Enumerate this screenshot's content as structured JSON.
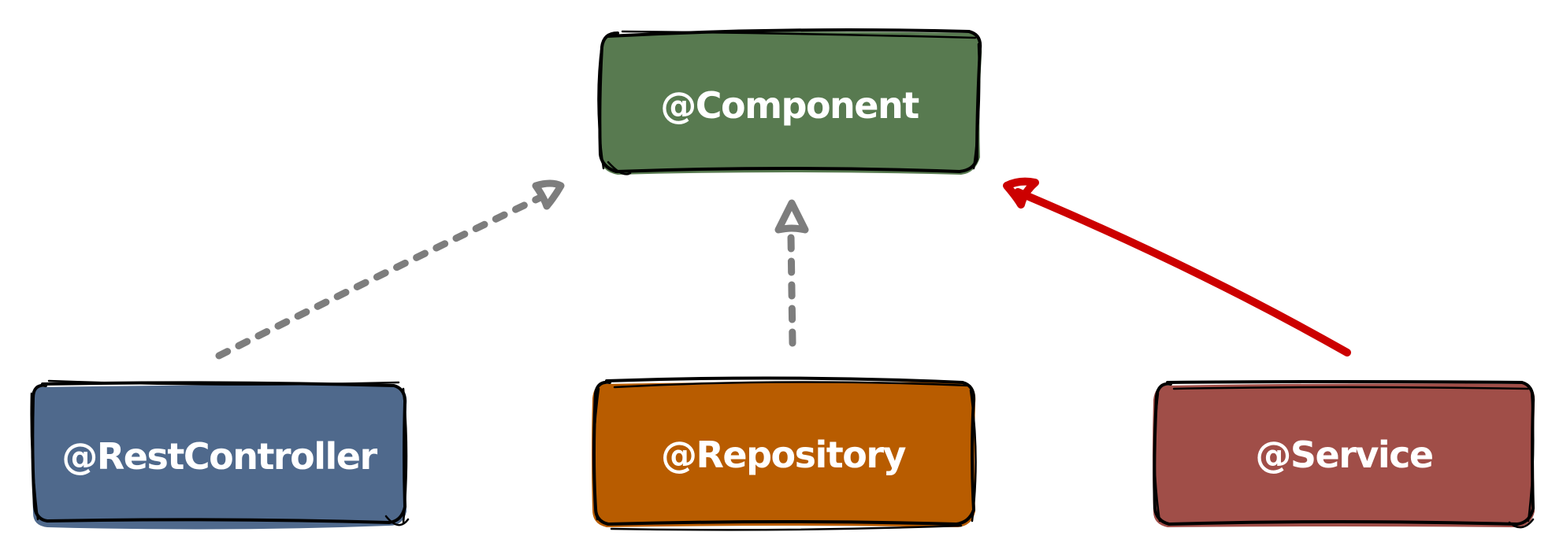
{
  "diagram": {
    "title": "Spring stereotype annotations",
    "nodes": [
      {
        "id": "component",
        "label": "@Component",
        "fill": "#587a50",
        "role": "parent"
      },
      {
        "id": "restcontroller",
        "label": "@RestController",
        "fill": "#4f698c",
        "role": "child"
      },
      {
        "id": "repository",
        "label": "@Repository",
        "fill": "#b85c00",
        "role": "child"
      },
      {
        "id": "service",
        "label": "@Service",
        "fill": "#a04e48",
        "role": "child"
      }
    ],
    "edges": [
      {
        "from": "restcontroller",
        "to": "component",
        "style": "dotted",
        "color": "#7d7d7d"
      },
      {
        "from": "repository",
        "to": "component",
        "style": "dashed",
        "color": "#7d7d7d"
      },
      {
        "from": "service",
        "to": "component",
        "style": "solid",
        "color": "#cc0000"
      }
    ]
  }
}
